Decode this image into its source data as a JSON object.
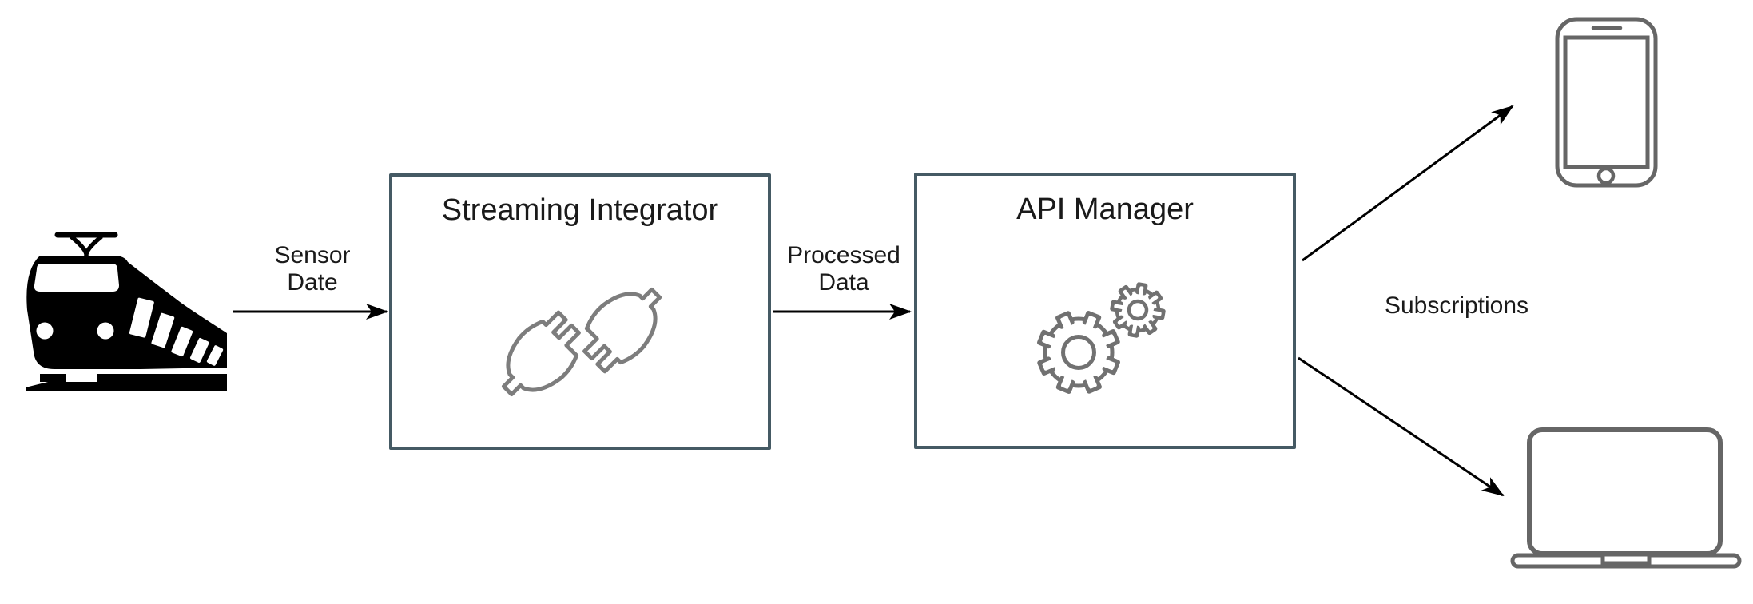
{
  "diagram": {
    "nodes": {
      "train": {
        "name": "train-source"
      },
      "streaming_integrator": {
        "title": "Streaming Integrator",
        "icon": "plug-connection-icon"
      },
      "api_manager": {
        "title": "API Manager",
        "icon": "gears-icon"
      },
      "phone": {
        "name": "smartphone-client"
      },
      "laptop": {
        "name": "laptop-client"
      }
    },
    "edges": {
      "sensor_data": {
        "line1": "Sensor",
        "line2": "Date"
      },
      "processed_data": {
        "line1": "Processed",
        "line2": "Data"
      },
      "subscriptions": {
        "label": "Subscriptions"
      }
    }
  },
  "colors": {
    "box_border": "#455A64",
    "gear_gray": "#717171",
    "plug_gray": "#7D7D7D",
    "device_gray": "#666666",
    "arrow_black": "#000000",
    "text_color": "#1A1A1A"
  }
}
